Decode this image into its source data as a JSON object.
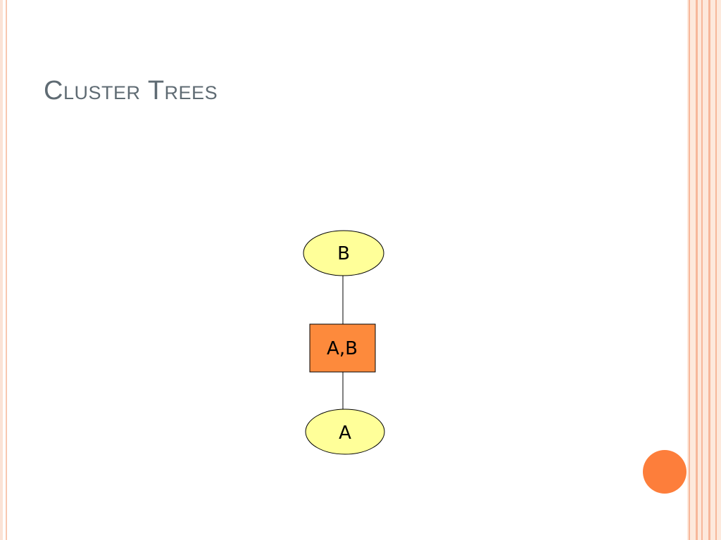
{
  "slide": {
    "title": "Cluster Trees"
  },
  "diagram": {
    "nodes": [
      {
        "id": "b",
        "shape": "ellipse",
        "label": "B",
        "fill": "#ffff99"
      },
      {
        "id": "ab",
        "shape": "rect",
        "label": "A,B",
        "fill": "#fd8a3c"
      },
      {
        "id": "a",
        "shape": "ellipse",
        "label": "A",
        "fill": "#ffff99"
      }
    ],
    "edges": [
      {
        "from": "b",
        "to": "ab"
      },
      {
        "from": "ab",
        "to": "a"
      }
    ]
  },
  "theme": {
    "accent": "#fd7e3b",
    "title_color": "#5f6b73",
    "stripe_color": "#f7b79a"
  }
}
